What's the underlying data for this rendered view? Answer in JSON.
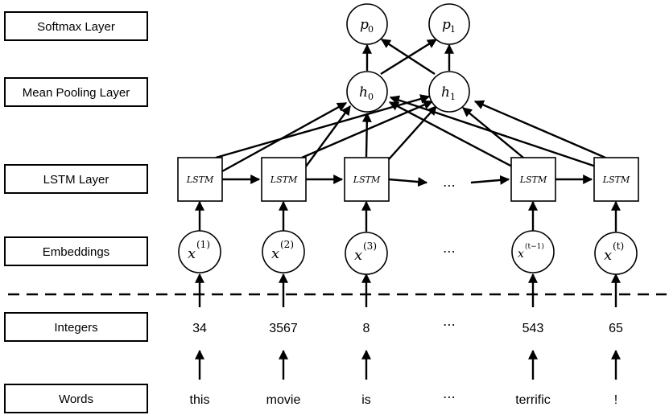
{
  "layers": [
    {
      "id": "softmax",
      "label": "Softmax Layer"
    },
    {
      "id": "pooling",
      "label": "Mean Pooling Layer"
    },
    {
      "id": "lstm",
      "label": "LSTM Layer"
    },
    {
      "id": "embed",
      "label": "Embeddings"
    },
    {
      "id": "integers",
      "label": "Integers"
    },
    {
      "id": "words",
      "label": "Words"
    }
  ],
  "outputs": [
    {
      "base": "p",
      "sub": "0"
    },
    {
      "base": "p",
      "sub": "1"
    }
  ],
  "hidden": [
    {
      "base": "h",
      "sub": "0"
    },
    {
      "base": "h",
      "sub": "1"
    }
  ],
  "lstm_label": "LSTM",
  "ellipsis": "⋯",
  "columns": [
    {
      "embed_base": "x",
      "embed_sup": "(1)",
      "integer": "34",
      "word": "this"
    },
    {
      "embed_base": "x",
      "embed_sup": "(2)",
      "integer": "3567",
      "word": "movie"
    },
    {
      "embed_base": "x",
      "embed_sup": "(3)",
      "integer": "8",
      "word": "is"
    },
    {
      "embed_base": "x",
      "embed_sup": "(t−1)",
      "integer": "543",
      "word": "terrific"
    },
    {
      "embed_base": "x",
      "embed_sup": "(t)",
      "integer": "65",
      "word": "!"
    }
  ]
}
